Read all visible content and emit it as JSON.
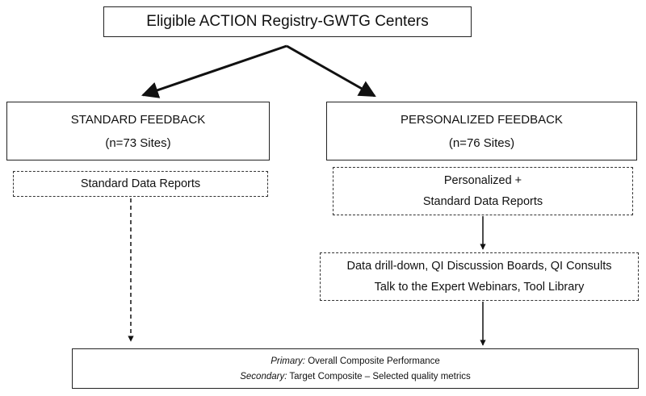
{
  "top_box": {
    "title": "Eligible ACTION Registry-GWTG Centers"
  },
  "standard_arm": {
    "title": "STANDARD FEEDBACK",
    "count": "(n=73 Sites)",
    "report": "Standard Data Reports"
  },
  "personalized_arm": {
    "title": "PERSONALIZED FEEDBACK",
    "count": "(n=76 Sites)",
    "report_line1": "Personalized +",
    "report_line2": "Standard Data Reports",
    "tools_line1": "Data drill-down, QI Discussion Boards, QI Consults",
    "tools_line2": "Talk to the Expert Webinars, Tool Library"
  },
  "outcomes": {
    "primary_label": "Primary:",
    "primary_text": " Overall Composite Performance",
    "secondary_label": "Secondary:",
    "secondary_text": " Target Composite – Selected quality metrics"
  },
  "colors": {
    "line": "#111111",
    "border": "#222222"
  }
}
